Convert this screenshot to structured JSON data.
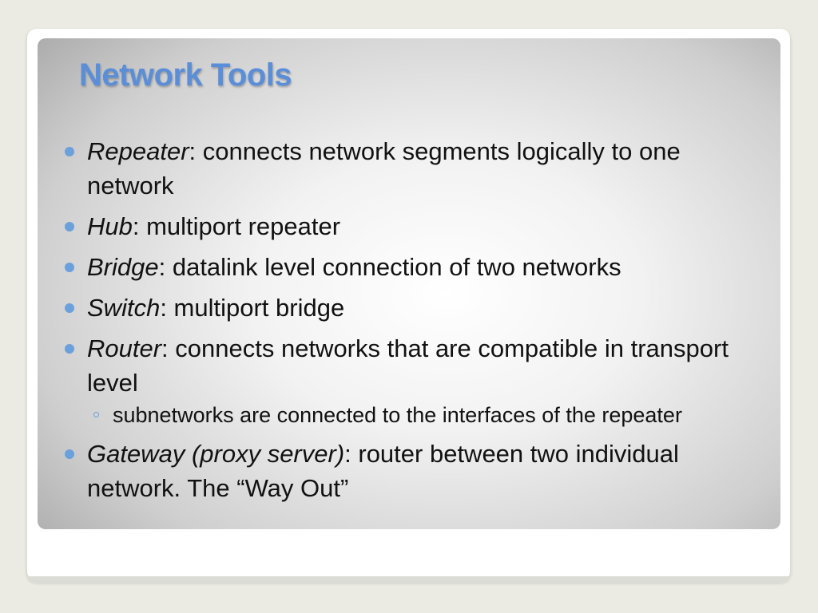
{
  "slide": {
    "title": "Network Tools",
    "bullets": [
      {
        "term": "Repeater",
        "desc": ": connects network segments logically to one network"
      },
      {
        "term": "Hub",
        "desc": ": multiport repeater"
      },
      {
        "term": "Bridge",
        "desc": ": datalink level connection of two networks"
      },
      {
        "term": "Switch",
        "desc": ": multiport bridge"
      },
      {
        "term": "Router",
        "desc": ": connects networks that are compatible in transport level",
        "sub": [
          "subnetworks are connected to the interfaces of the repeater"
        ]
      },
      {
        "term": "Gateway (proxy server)",
        "desc": ": router between two individual network. The “Way Out”"
      }
    ]
  },
  "colors": {
    "title": "#5a8ed8",
    "bullet_marker": "#6aa0dc",
    "page_background": "#ecebe3"
  }
}
